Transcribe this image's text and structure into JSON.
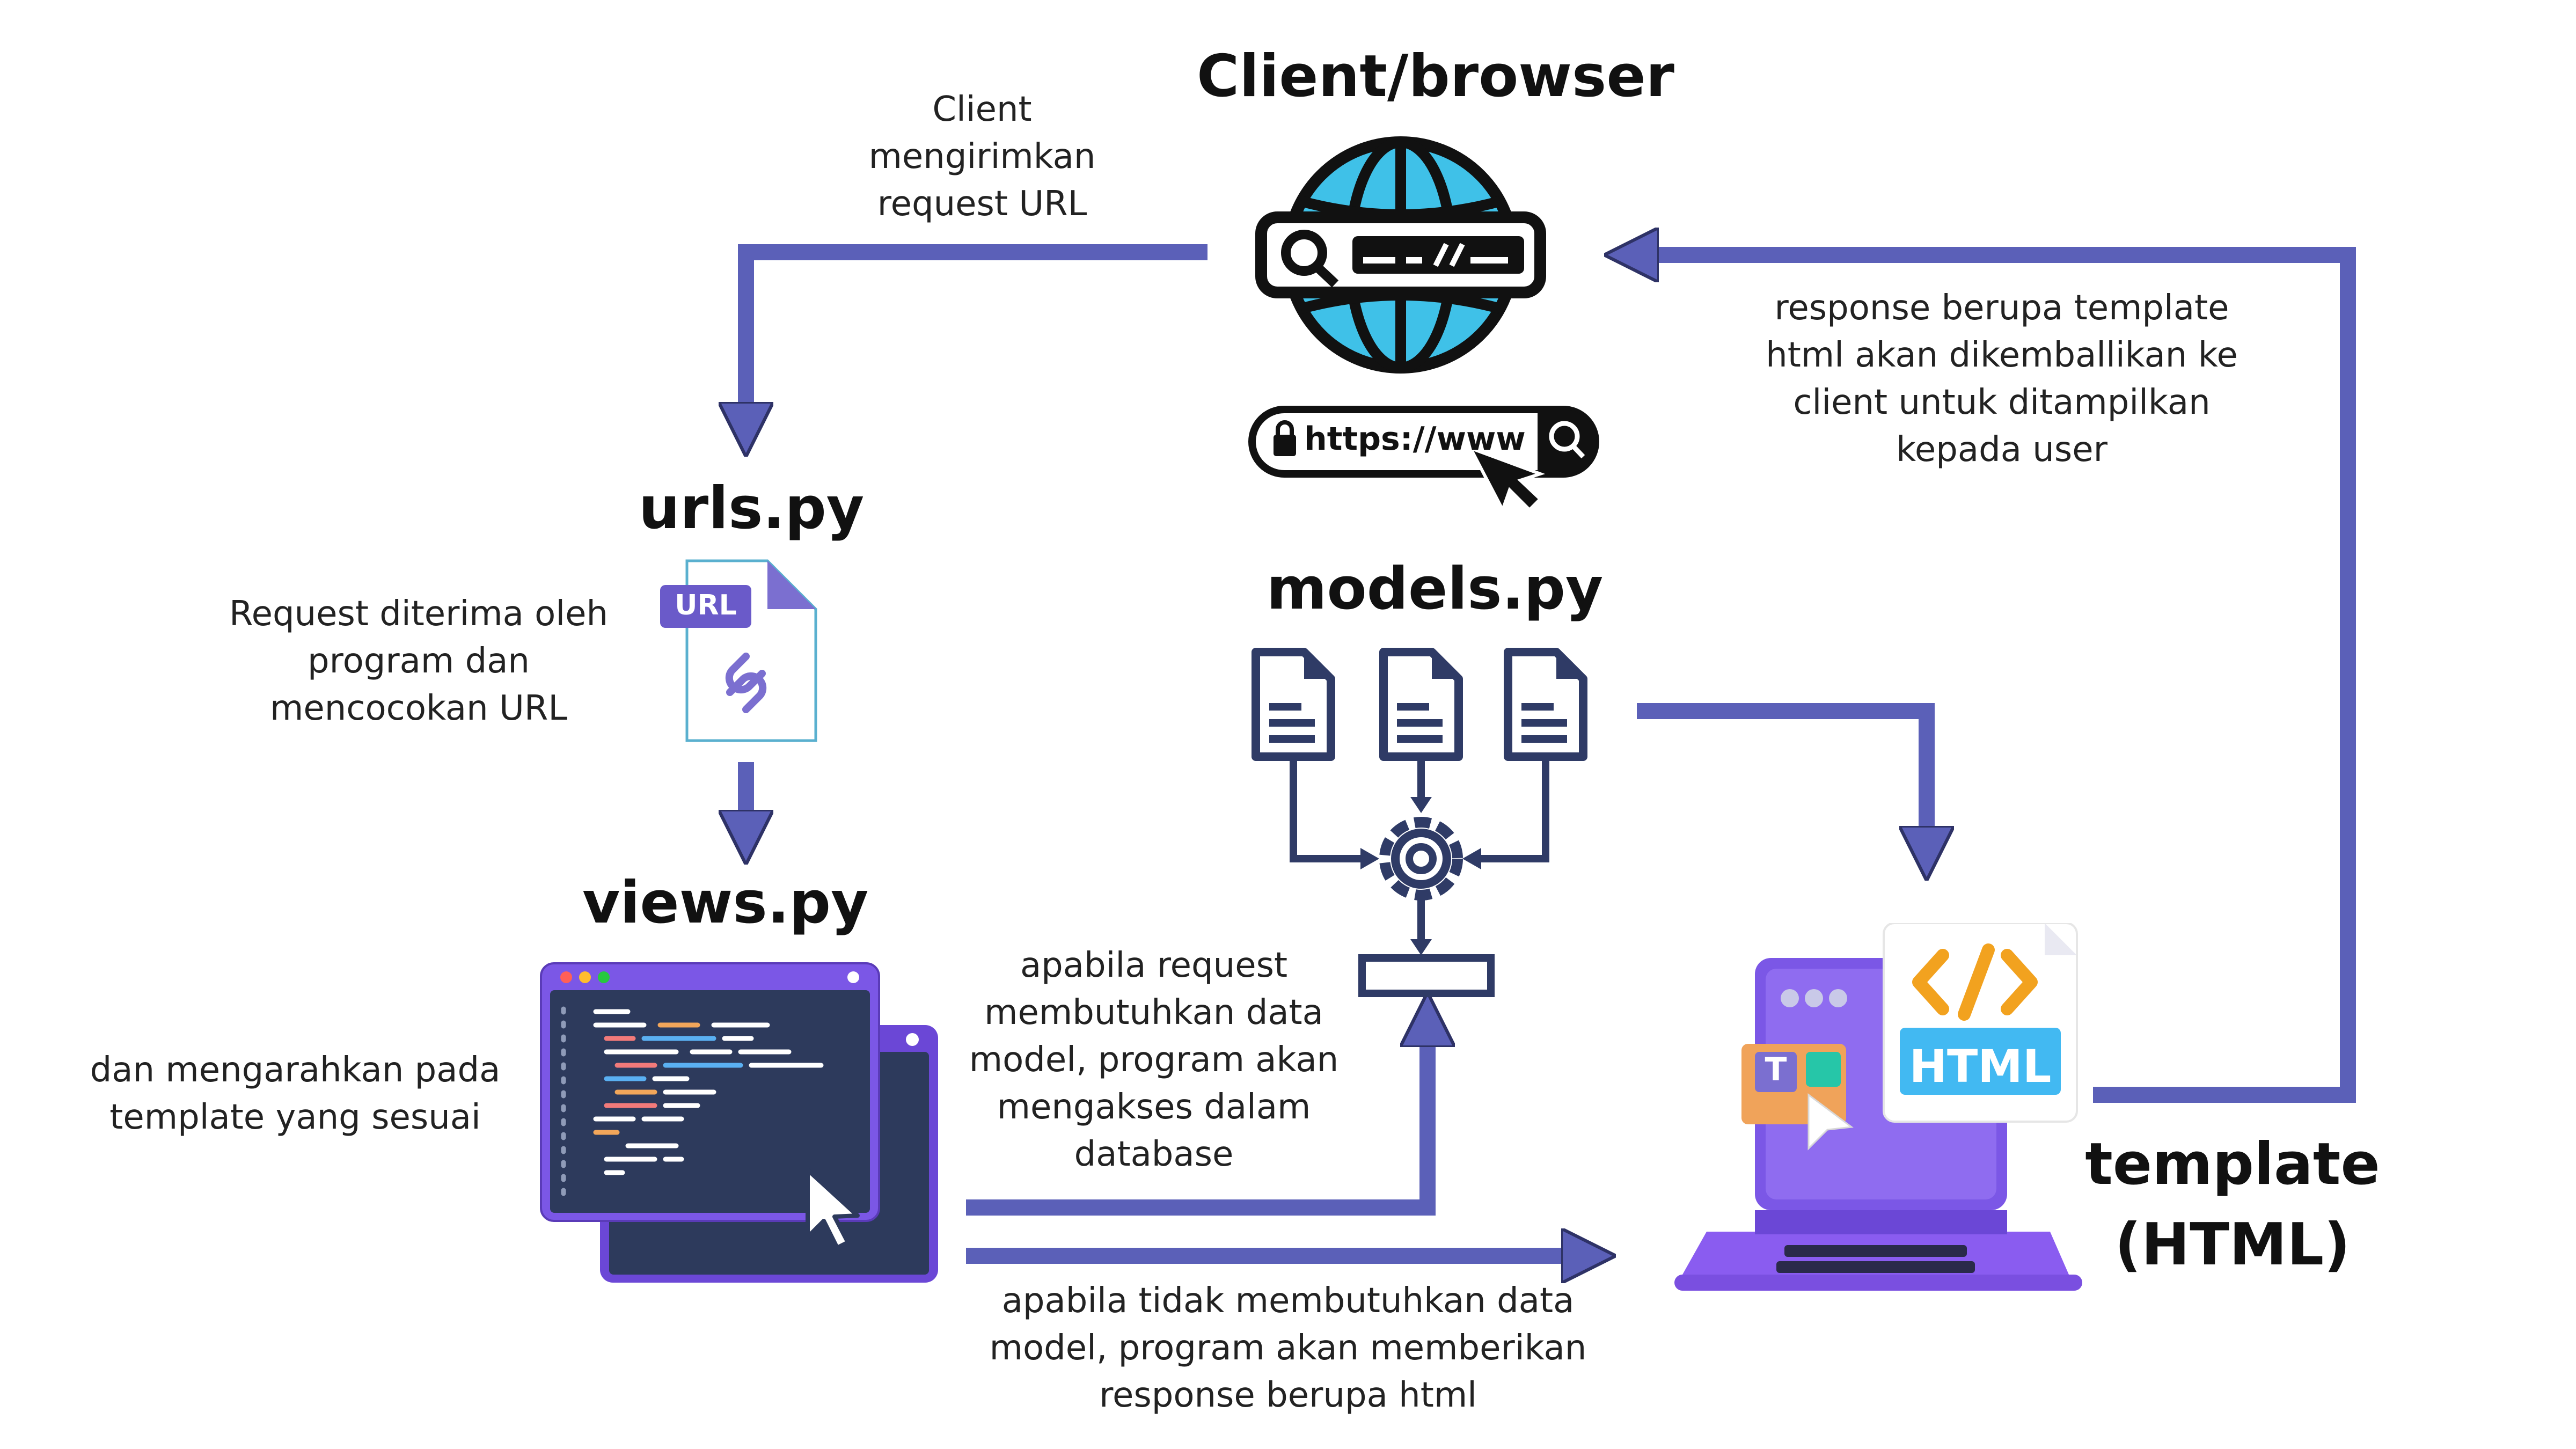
{
  "titles": {
    "client": "Client/browser",
    "urls": "urls.py",
    "models": "models.py",
    "views": "views.py",
    "template": "template\n(HTML)"
  },
  "notes": {
    "client_request": "Client\nmengirimkan\nrequest URL",
    "response": "response berupa template\nhtml akan dikemballikan ke\nclient untuk ditampilkan\nkepada user",
    "urls_match": "Request diterima oleh\nprogram dan\nmencocokan URL",
    "views_direct": "dan mengarahkan pada\ntemplate yang sesuai",
    "needs_model": "apabila request\nmembutuhkan data\nmodel, program akan\nmengakses dalam\ndatabase",
    "no_model": "apabila tidak membutuhkan data\nmodel, program akan memberikan\nresponse berupa html"
  },
  "icons": {
    "url_badge": "URL",
    "address_bar": "https://www",
    "html_badge": "HTML",
    "code_tag": "</>",
    "text_tool": "T"
  },
  "colors": {
    "arrow": "#5b60b8",
    "arrow_outline": "#2e3266",
    "globe": "#3fc1e8",
    "navy": "#2f3b66",
    "laptop": "#8a5cf0",
    "code_bg": "#2d3a5c"
  }
}
